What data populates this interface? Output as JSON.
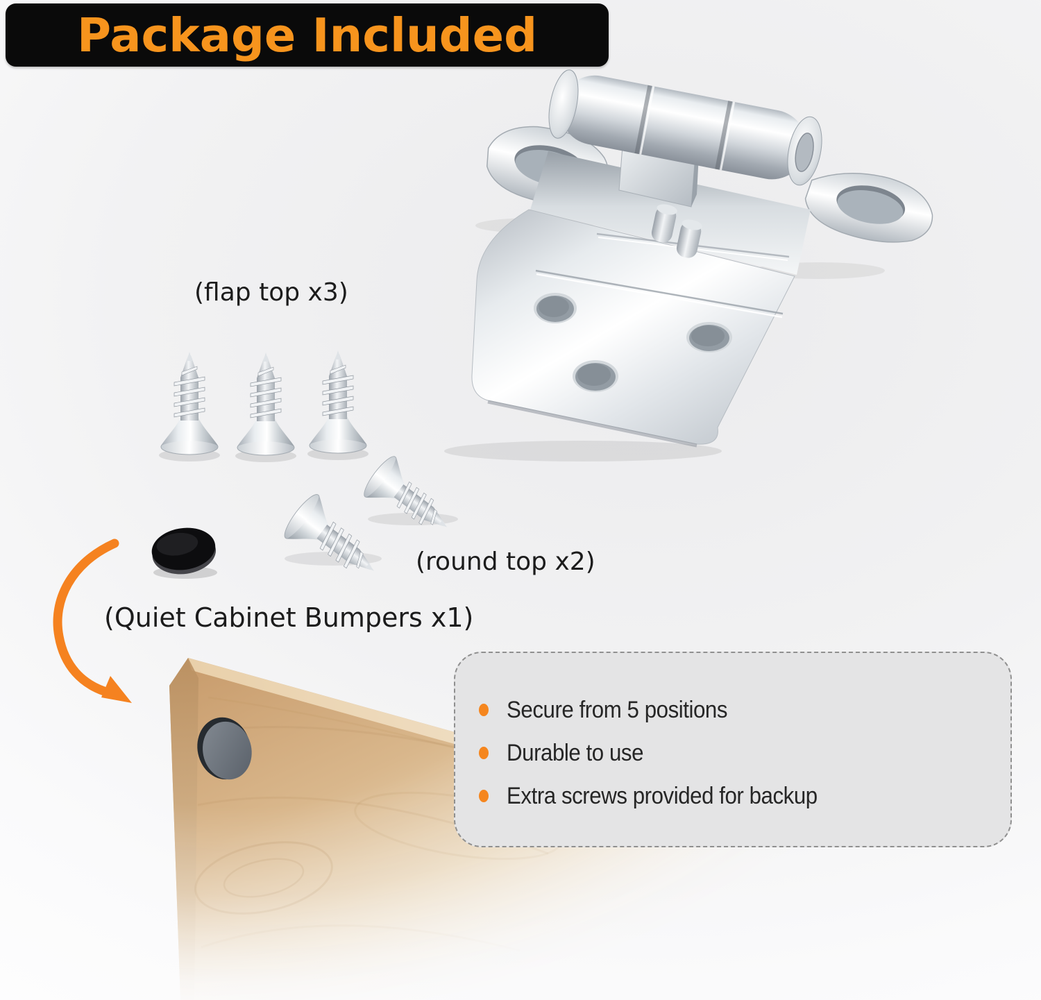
{
  "banner": {
    "title": "Package Included",
    "text_color": "#f7941d",
    "bg_color": "#0a0a0a"
  },
  "labels": {
    "flap_top": "(flap top x3)",
    "round_top": "(round top x2)",
    "bumpers": "(Quiet Cabinet Bumpers x1)"
  },
  "features": {
    "items": [
      "Secure from 5 positions",
      "Durable to use",
      "Extra screws provided for backup"
    ],
    "bullet_color": "#f5861e",
    "box_bg": "#e4e4e5",
    "box_border": "#8f8f8f"
  },
  "illustrations": {
    "hinge": "self-closing chrome cabinet hinge",
    "flap_top_screws": "three flat-head screws standing upright",
    "round_top_screws": "two screws lying at an angle",
    "black_bumper": "black round quiet cabinet bumper",
    "wood_board": "wood cabinet door corner with gray bumper installed",
    "arrow": "orange curved arrow pointing from bumper to wood board"
  },
  "colors": {
    "accent_orange": "#f5861e",
    "wood": "#d2a877",
    "metal_light": "#f4f6f8",
    "metal_dark": "#99a1a9"
  }
}
